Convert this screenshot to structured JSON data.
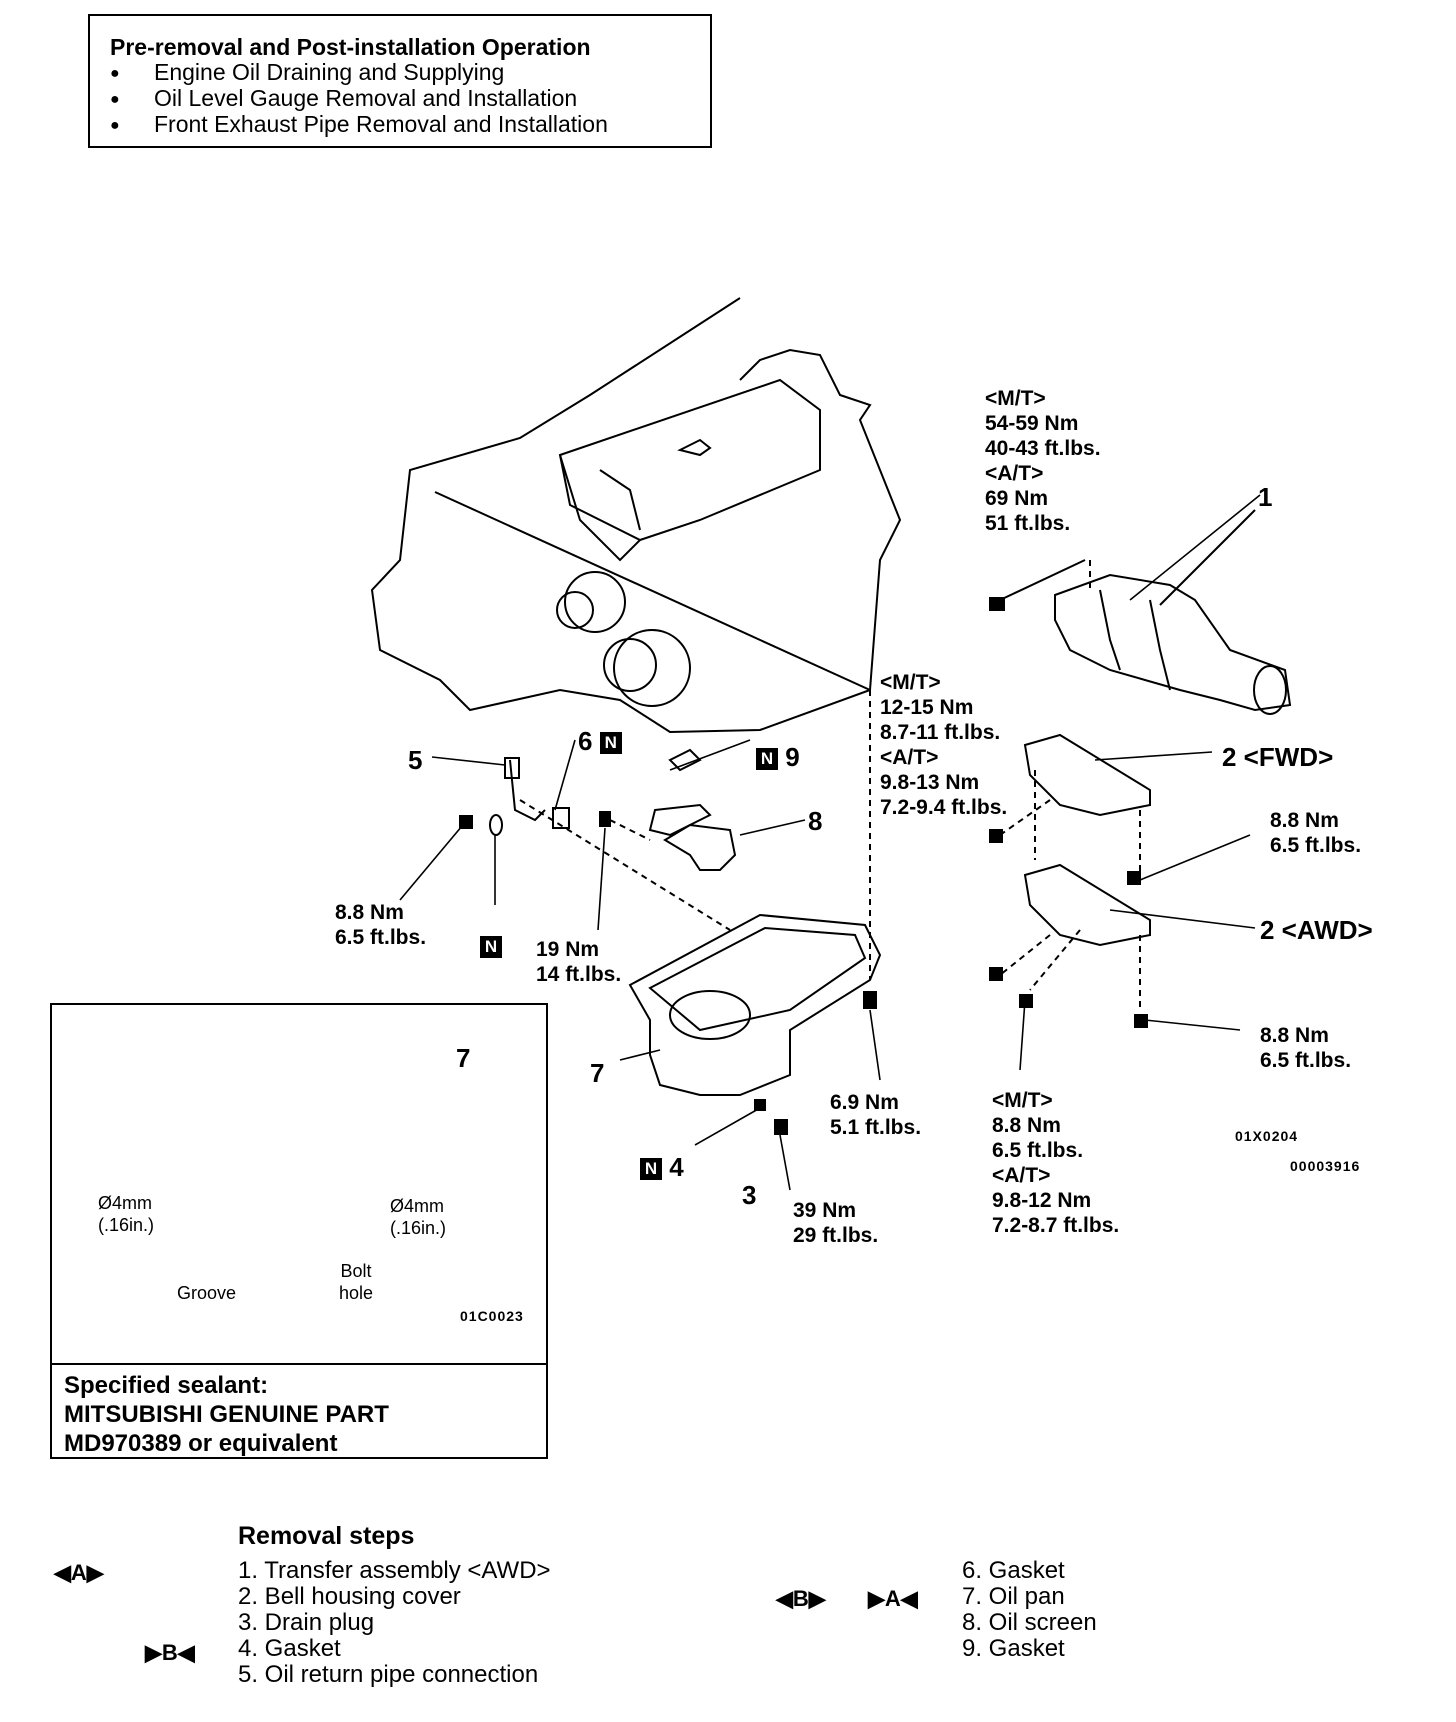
{
  "pre_op": {
    "title": "Pre-removal and Post-installation Operation",
    "items": [
      "Engine Oil Draining and Supplying",
      "Oil Level Gauge Removal and Installation",
      "Front Exhaust Pipe Removal and Installation"
    ]
  },
  "callouts": {
    "transfer_torque": {
      "mt": "<M/T>",
      "mt_nm": "54-59 Nm",
      "mt_ft": "40-43 ft.lbs.",
      "at": "<A/T>",
      "at_nm": "69 Nm",
      "at_ft": "51 ft.lbs."
    },
    "bell_torque": {
      "mt": "<M/T>",
      "mt_nm": "12-15 Nm",
      "mt_ft": "8.7-11 ft.lbs.",
      "at": "<A/T>",
      "at_nm": "9.8-13 Nm",
      "at_ft": "7.2-9.4 ft.lbs."
    },
    "fwd_bolt": {
      "nm": "8.8 Nm",
      "ft": "6.5 ft.lbs."
    },
    "awd_bolt": {
      "nm": "8.8 Nm",
      "ft": "6.5 ft.lbs."
    },
    "lower_bolt": {
      "mt": "<M/T>",
      "mt_nm": "8.8 Nm",
      "mt_ft": "6.5 ft.lbs.",
      "at": "<A/T>",
      "at_nm": "9.8-12 Nm",
      "at_ft": "7.2-8.7 ft.lbs."
    },
    "pipe_bolt": {
      "nm": "8.8 Nm",
      "ft": "6.5 ft.lbs."
    },
    "screen_bolt": {
      "nm": "19 Nm",
      "ft": "14 ft.lbs."
    },
    "pan_bolt": {
      "nm": "6.9 Nm",
      "ft": "5.1 ft.lbs."
    },
    "drain_plug": {
      "nm": "39 Nm",
      "ft": "29 ft.lbs."
    }
  },
  "parts": {
    "p1": "1",
    "p2_fwd": "2 <FWD>",
    "p2_awd": "2 <AWD>",
    "p3": "3",
    "p4": "4",
    "p5": "5",
    "p6": "6",
    "p7_main": "7",
    "p7_inset": "7",
    "p8": "8",
    "p9": "9",
    "n_badge": "N"
  },
  "codes": {
    "main_code1": "01X0204",
    "main_code2": "00003916",
    "inset_code": "01C0023"
  },
  "inset": {
    "left_dim": "Ø4mm",
    "left_dim_in": "(.16in.)",
    "right_dim": "Ø4mm",
    "right_dim_in": "(.16in.)",
    "groove": "Groove",
    "bolt_hole_1": "Bolt",
    "bolt_hole_2": "hole",
    "sealant_1": "Specified sealant:",
    "sealant_2": "MITSUBISHI GENUINE PART",
    "sealant_3": "MD970389 or equivalent"
  },
  "removal": {
    "title": "Removal steps",
    "steps_left": [
      "1. Transfer assembly <AWD>",
      "2. Bell housing cover",
      "3. Drain plug",
      "4. Gasket",
      "5. Oil return pipe connection"
    ],
    "steps_right": [
      "6. Gasket",
      "7. Oil pan",
      "8. Oil screen",
      "9. Gasket"
    ],
    "marker_A_removal": "◀A▶",
    "marker_B_install": "▶B◀",
    "marker_B_removal": "◀B▶",
    "marker_A_install": "▶A◀"
  }
}
